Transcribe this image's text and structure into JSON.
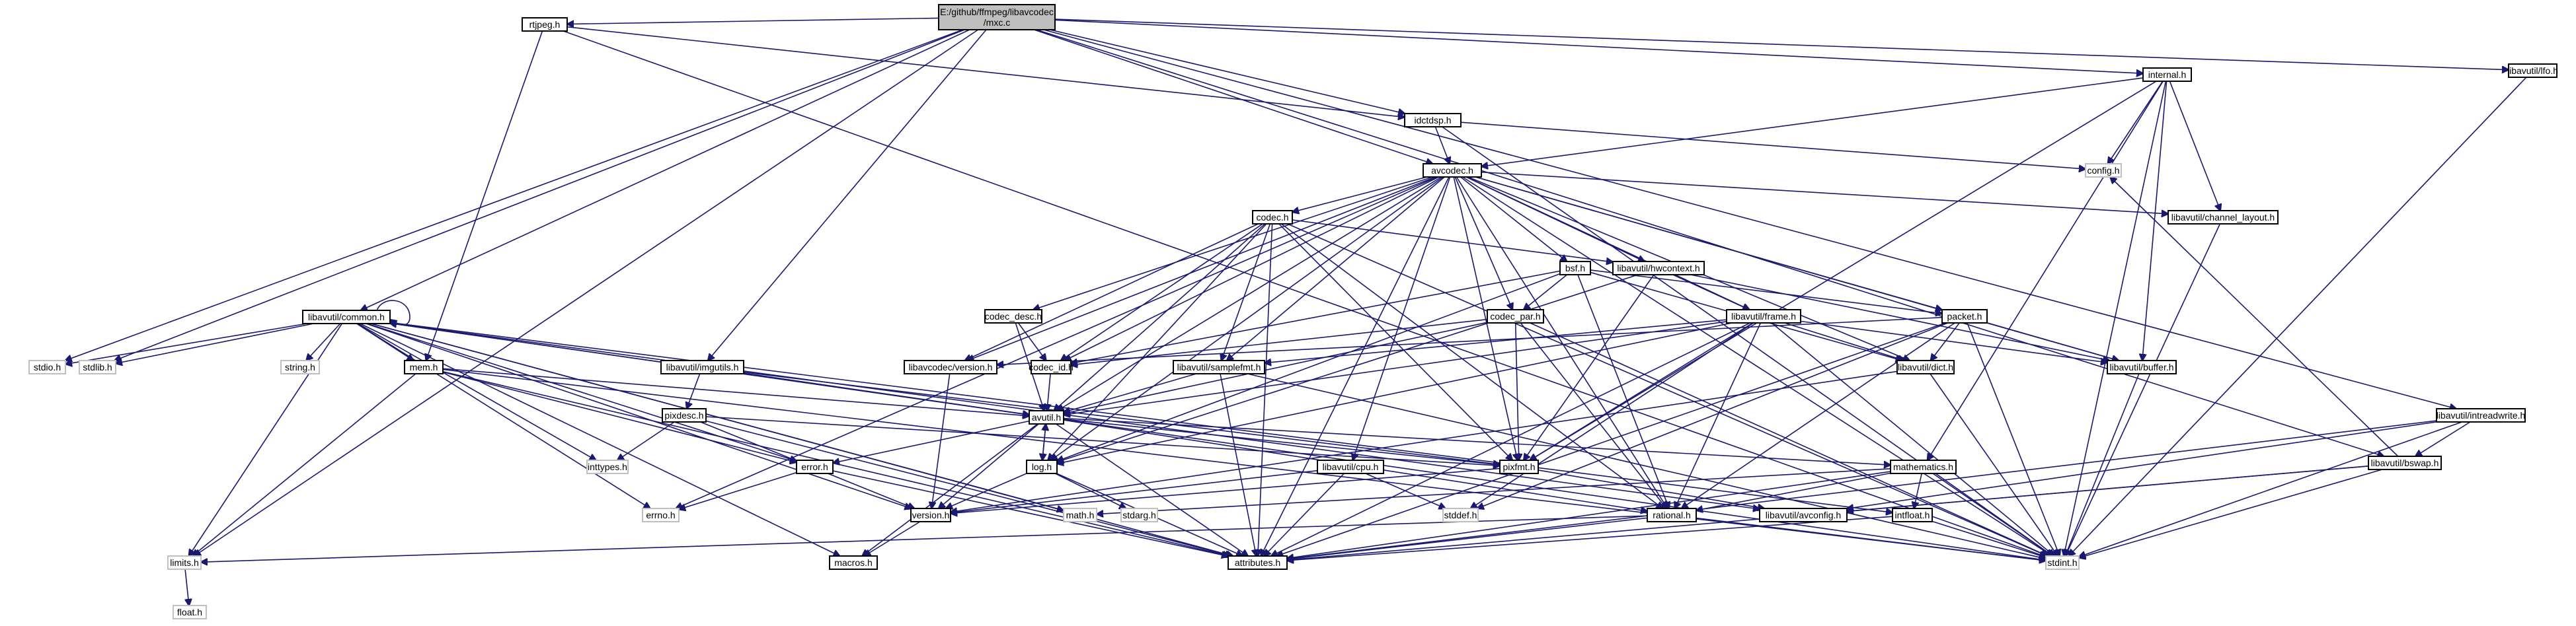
{
  "colors": {
    "edge": "#191970",
    "root_fill": "#bfbfbf",
    "node_fill": "#ffffff",
    "ghost_border": "#bfbfbf"
  },
  "nodes": [
    {
      "id": "root",
      "label": "E:/github/ffmpeg/libavcodec\n/mxc.c",
      "root": true
    },
    {
      "id": "rtjpeg",
      "label": "rtjpeg.h"
    },
    {
      "id": "idctdsp",
      "label": "idctdsp.h"
    },
    {
      "id": "internal",
      "label": "internal.h"
    },
    {
      "id": "lfo",
      "label": "libavutil/lfo.h"
    },
    {
      "id": "avcodec",
      "label": "avcodec.h"
    },
    {
      "id": "config",
      "label": "config.h",
      "ghost": true
    },
    {
      "id": "codec",
      "label": "codec.h"
    },
    {
      "id": "chlayout",
      "label": "libavutil/channel_layout.h"
    },
    {
      "id": "common",
      "label": "libavutil/common.h"
    },
    {
      "id": "imgutils",
      "label": "libavutil/imgutils.h"
    },
    {
      "id": "bsf",
      "label": "bsf.h"
    },
    {
      "id": "hwcontext",
      "label": "libavutil/hwcontext.h"
    },
    {
      "id": "codec_desc",
      "label": "codec_desc.h"
    },
    {
      "id": "codec_par",
      "label": "codec_par.h"
    },
    {
      "id": "frame",
      "label": "libavutil/frame.h"
    },
    {
      "id": "packet",
      "label": "packet.h"
    },
    {
      "id": "stdio",
      "label": "stdio.h",
      "ghost": true
    },
    {
      "id": "stdlib",
      "label": "stdlib.h",
      "ghost": true
    },
    {
      "id": "string",
      "label": "string.h",
      "ghost": true
    },
    {
      "id": "mem",
      "label": "mem.h"
    },
    {
      "id": "avcversion",
      "label": "libavcodec/version.h"
    },
    {
      "id": "codec_id",
      "label": "codec_id.h"
    },
    {
      "id": "samplefmt",
      "label": "libavutil/samplefmt.h"
    },
    {
      "id": "dict",
      "label": "libavutil/dict.h"
    },
    {
      "id": "buffer",
      "label": "libavutil/buffer.h"
    },
    {
      "id": "intreadwrite",
      "label": "libavutil/intreadwrite.h"
    },
    {
      "id": "pixdesc",
      "label": "pixdesc.h"
    },
    {
      "id": "avutil",
      "label": "avutil.h"
    },
    {
      "id": "bswap",
      "label": "libavutil/bswap.h"
    },
    {
      "id": "inttypes",
      "label": "inttypes.h",
      "ghost": true
    },
    {
      "id": "error",
      "label": "error.h"
    },
    {
      "id": "log",
      "label": "log.h"
    },
    {
      "id": "cpu",
      "label": "libavutil/cpu.h"
    },
    {
      "id": "pixfmt",
      "label": "pixfmt.h"
    },
    {
      "id": "mathematics",
      "label": "mathematics.h"
    },
    {
      "id": "errno",
      "label": "errno.h",
      "ghost": true
    },
    {
      "id": "version",
      "label": "version.h"
    },
    {
      "id": "math",
      "label": "math.h",
      "ghost": true
    },
    {
      "id": "stdarg",
      "label": "stdarg.h",
      "ghost": true
    },
    {
      "id": "stddef",
      "label": "stddef.h",
      "ghost": true
    },
    {
      "id": "rational",
      "label": "rational.h"
    },
    {
      "id": "avconfig",
      "label": "libavutil/avconfig.h"
    },
    {
      "id": "intfloat",
      "label": "intfloat.h"
    },
    {
      "id": "limits",
      "label": "limits.h",
      "ghost": true
    },
    {
      "id": "macros",
      "label": "macros.h"
    },
    {
      "id": "attributes",
      "label": "attributes.h"
    },
    {
      "id": "stdint",
      "label": "stdint.h",
      "ghost": true
    },
    {
      "id": "float",
      "label": "float.h",
      "ghost": true
    }
  ],
  "edges": [
    [
      "root",
      "rtjpeg"
    ],
    [
      "root",
      "idctdsp"
    ],
    [
      "root",
      "internal"
    ],
    [
      "root",
      "lfo"
    ],
    [
      "root",
      "avcodec"
    ],
    [
      "root",
      "common"
    ],
    [
      "root",
      "imgutils"
    ],
    [
      "root",
      "stdio"
    ],
    [
      "root",
      "stdlib"
    ],
    [
      "root",
      "intreadwrite"
    ],
    [
      "root",
      "bswap"
    ],
    [
      "root",
      "limits"
    ],
    [
      "rtjpeg",
      "idctdsp"
    ],
    [
      "rtjpeg",
      "mem"
    ],
    [
      "rtjpeg",
      "stdint"
    ],
    [
      "idctdsp",
      "avcodec"
    ],
    [
      "idctdsp",
      "config"
    ],
    [
      "idctdsp",
      "stdint"
    ],
    [
      "internal",
      "avcodec"
    ],
    [
      "internal",
      "config"
    ],
    [
      "internal",
      "chlayout"
    ],
    [
      "internal",
      "buffer"
    ],
    [
      "internal",
      "pixfmt"
    ],
    [
      "internal",
      "mathematics"
    ],
    [
      "internal",
      "stdint"
    ],
    [
      "lfo",
      "stdint"
    ],
    [
      "avcodec",
      "codec"
    ],
    [
      "avcodec",
      "chlayout"
    ],
    [
      "avcodec",
      "bsf"
    ],
    [
      "avcodec",
      "hwcontext"
    ],
    [
      "avcodec",
      "codec_desc"
    ],
    [
      "avcodec",
      "codec_par"
    ],
    [
      "avcodec",
      "frame"
    ],
    [
      "avcodec",
      "packet"
    ],
    [
      "avcodec",
      "avcversion"
    ],
    [
      "avcodec",
      "codec_id"
    ],
    [
      "avcodec",
      "samplefmt"
    ],
    [
      "avcodec",
      "dict"
    ],
    [
      "avcodec",
      "buffer"
    ],
    [
      "avcodec",
      "avutil"
    ],
    [
      "avcodec",
      "log"
    ],
    [
      "avcodec",
      "cpu"
    ],
    [
      "avcodec",
      "pixfmt"
    ],
    [
      "avcodec",
      "rational"
    ],
    [
      "avcodec",
      "errno"
    ],
    [
      "avcodec",
      "attributes"
    ],
    [
      "avcodec",
      "stdint"
    ],
    [
      "chlayout",
      "stdint"
    ],
    [
      "codec",
      "hwcontext"
    ],
    [
      "codec",
      "avcversion"
    ],
    [
      "codec",
      "codec_id"
    ],
    [
      "codec",
      "samplefmt"
    ],
    [
      "codec",
      "avutil"
    ],
    [
      "codec",
      "log"
    ],
    [
      "codec",
      "pixfmt"
    ],
    [
      "codec",
      "rational"
    ],
    [
      "codec",
      "stdint"
    ],
    [
      "codec",
      "attributes"
    ],
    [
      "common",
      "common"
    ],
    [
      "common",
      "stdio"
    ],
    [
      "common",
      "stdlib"
    ],
    [
      "common",
      "string"
    ],
    [
      "common",
      "mem"
    ],
    [
      "common",
      "inttypes"
    ],
    [
      "common",
      "errno"
    ],
    [
      "common",
      "limits"
    ],
    [
      "common",
      "math"
    ],
    [
      "common",
      "attributes"
    ],
    [
      "common",
      "macros"
    ],
    [
      "common",
      "version"
    ],
    [
      "common",
      "intfloat"
    ],
    [
      "common",
      "stdint"
    ],
    [
      "common",
      "error"
    ],
    [
      "common",
      "avconfig"
    ],
    [
      "imgutils",
      "avutil"
    ],
    [
      "imgutils",
      "pixdesc"
    ],
    [
      "imgutils",
      "pixfmt"
    ],
    [
      "bsf",
      "codec_par"
    ],
    [
      "bsf",
      "packet"
    ],
    [
      "bsf",
      "codec_id"
    ],
    [
      "bsf",
      "dict"
    ],
    [
      "bsf",
      "log"
    ],
    [
      "bsf",
      "rational"
    ],
    [
      "hwcontext",
      "frame"
    ],
    [
      "hwcontext",
      "buffer"
    ],
    [
      "hwcontext",
      "log"
    ],
    [
      "hwcontext",
      "pixfmt"
    ],
    [
      "codec_desc",
      "codec_id"
    ],
    [
      "codec_desc",
      "avutil"
    ],
    [
      "codec_par",
      "codec_id"
    ],
    [
      "codec_par",
      "avutil"
    ],
    [
      "codec_par",
      "pixfmt"
    ],
    [
      "codec_par",
      "rational"
    ],
    [
      "codec_par",
      "stdint"
    ],
    [
      "frame",
      "avutil"
    ],
    [
      "frame",
      "buffer"
    ],
    [
      "frame",
      "dict"
    ],
    [
      "frame",
      "samplefmt"
    ],
    [
      "frame",
      "pixfmt"
    ],
    [
      "frame",
      "rational"
    ],
    [
      "frame",
      "stddef"
    ],
    [
      "frame",
      "stdint"
    ],
    [
      "frame",
      "log"
    ],
    [
      "frame",
      "attributes"
    ],
    [
      "packet",
      "buffer"
    ],
    [
      "packet",
      "dict"
    ],
    [
      "packet",
      "rational"
    ],
    [
      "packet",
      "attributes"
    ],
    [
      "packet",
      "stddef"
    ],
    [
      "packet",
      "stdint"
    ],
    [
      "packet",
      "avcversion"
    ],
    [
      "mem",
      "avutil"
    ],
    [
      "mem",
      "limits"
    ],
    [
      "mem",
      "attributes"
    ],
    [
      "mem",
      "stdint"
    ],
    [
      "mem",
      "error"
    ],
    [
      "avcversion",
      "version"
    ],
    [
      "codec_id",
      "avutil"
    ],
    [
      "samplefmt",
      "avutil"
    ],
    [
      "samplefmt",
      "attributes"
    ],
    [
      "samplefmt",
      "stdint"
    ],
    [
      "dict",
      "stdint"
    ],
    [
      "dict",
      "version"
    ],
    [
      "buffer",
      "stdint"
    ],
    [
      "intreadwrite",
      "bswap"
    ],
    [
      "intreadwrite",
      "avconfig"
    ],
    [
      "intreadwrite",
      "attributes"
    ],
    [
      "intreadwrite",
      "stdint"
    ],
    [
      "pixdesc",
      "inttypes"
    ],
    [
      "pixdesc",
      "attributes"
    ],
    [
      "pixdesc",
      "pixfmt"
    ],
    [
      "pixdesc",
      "version"
    ],
    [
      "avutil",
      "common"
    ],
    [
      "avutil",
      "error"
    ],
    [
      "avutil",
      "log"
    ],
    [
      "avutil",
      "version"
    ],
    [
      "avutil",
      "mathematics"
    ],
    [
      "avutil",
      "rational"
    ],
    [
      "avutil",
      "pixfmt"
    ],
    [
      "avutil",
      "macros"
    ],
    [
      "avutil",
      "attributes"
    ],
    [
      "bswap",
      "config"
    ],
    [
      "bswap",
      "stdint"
    ],
    [
      "bswap",
      "attributes"
    ],
    [
      "bswap",
      "avconfig"
    ],
    [
      "error",
      "errno"
    ],
    [
      "error",
      "attributes"
    ],
    [
      "log",
      "stdarg"
    ],
    [
      "log",
      "avutil"
    ],
    [
      "log",
      "attributes"
    ],
    [
      "log",
      "version"
    ],
    [
      "cpu",
      "version"
    ],
    [
      "cpu",
      "attributes"
    ],
    [
      "cpu",
      "stddef"
    ],
    [
      "pixfmt",
      "version"
    ],
    [
      "pixfmt",
      "avconfig"
    ],
    [
      "mathematics",
      "stdint"
    ],
    [
      "mathematics",
      "math"
    ],
    [
      "mathematics",
      "attributes"
    ],
    [
      "mathematics",
      "rational"
    ],
    [
      "mathematics",
      "intfloat"
    ],
    [
      "version",
      "macros"
    ],
    [
      "rational",
      "stdint"
    ],
    [
      "rational",
      "limits"
    ],
    [
      "rational",
      "attributes"
    ],
    [
      "intfloat",
      "stdint"
    ],
    [
      "intfloat",
      "attributes"
    ],
    [
      "limits",
      "float"
    ]
  ]
}
